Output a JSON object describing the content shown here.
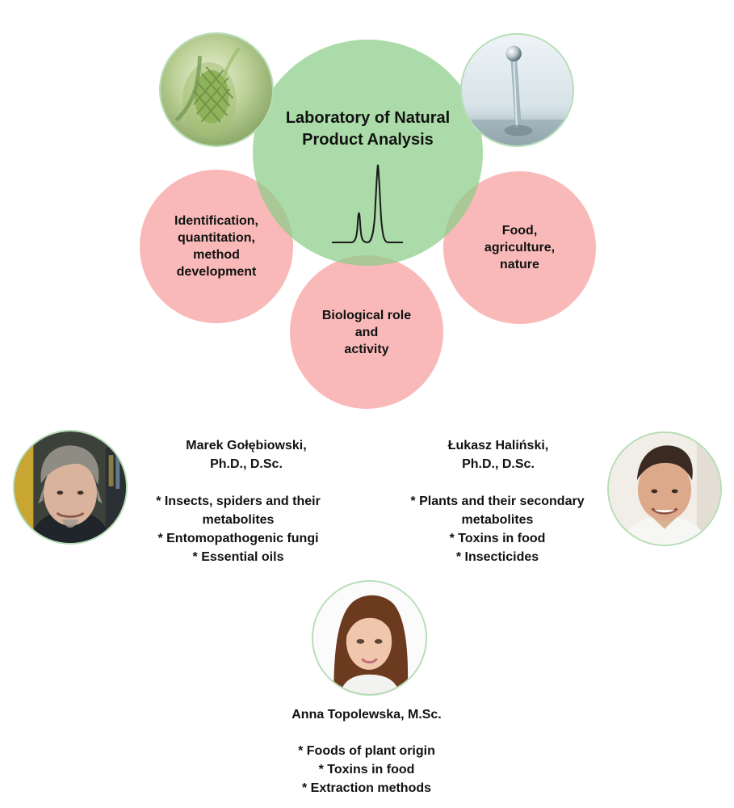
{
  "center": {
    "title": "Laboratory of Natural\nProduct Analysis"
  },
  "topics": {
    "identification": "Identification,\nquantitation,\nmethod\ndevelopment",
    "food": "Food,\nagriculture,\nnature",
    "biological": "Biological role\nand\nactivity"
  },
  "people": {
    "marek": {
      "name": "Marek Gołębiowski,\nPh.D., D.Sc.",
      "topics": "* Insects, spiders and their\nmetabolites\n* Entomopathogenic fungi\n* Essential oils"
    },
    "lukasz": {
      "name": "Łukasz Haliński,\nPh.D., D.Sc.",
      "topics": "* Plants and their secondary\nmetabolites\n* Toxins in food\n* Insecticides"
    },
    "anna": {
      "name": "Anna Topolewska, M.Sc.",
      "topics": "* Foods of plant origin\n* Toxins in food\n* Extraction methods"
    }
  },
  "colors": {
    "green_circle": "#8acd86",
    "pink_circle": "#f48080",
    "photo_border": "#b6ddb6"
  }
}
